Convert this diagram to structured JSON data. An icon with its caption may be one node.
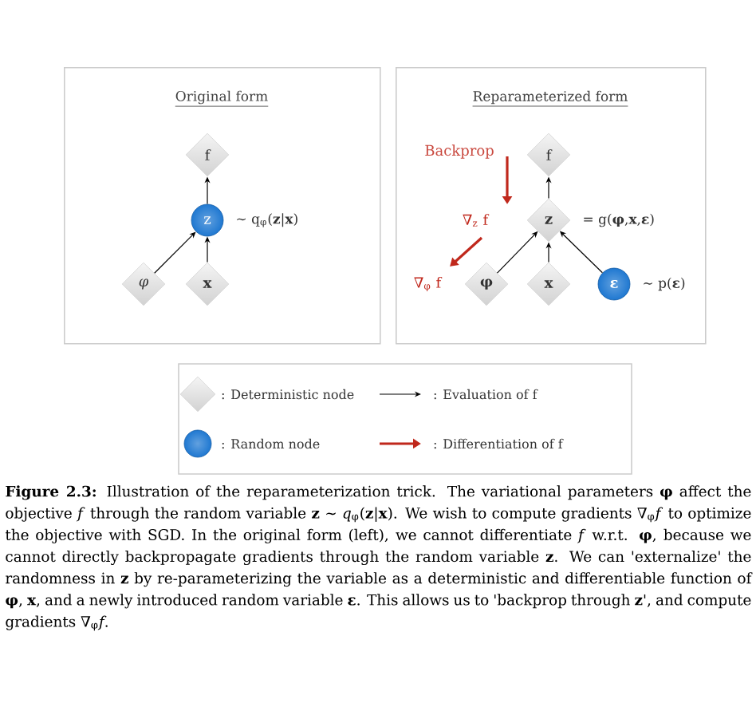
{
  "diagram": {
    "caption": "**Figure 2.3:** Illustration of the reparameterization trick. The variational parameters **φ** affect the objective *f* through the random variable **z** ∼ *q*$_{φ}$(**z**|**x**). We wish to compute gradients ∇$_{φ}$*f* to optimize the objective with SGD. In the original form (left), we cannot differentiate *f* w.r.t. **φ**, because we cannot directly backpropagate gradients through the random variable **z**. We can 'externalize' the randomness in **z** by re-parameterizing the variable as a deterministic and differentiable function of **φ**, **x**, and a newly introduced random variable **ε**. This allows us to 'backprop through **z**', and compute gradients ∇$_{φ}$*f*.",
    "nodes": [
      {
        "text": [
          "Original form"
        ]
      },
      {
        "text": [
          "Reparameterized form"
        ]
      },
      {
        "text": [
          "f"
        ],
        "in": 0
      },
      {
        "text": [
          "z"
        ],
        "in": 0,
        "beside": [
          "∼ q$_{φ}$(**z**|**x**)"
        ]
      },
      {
        "text": [
          "φ"
        ],
        "in": 0
      },
      {
        "text": [
          "x"
        ],
        "in": 0
      },
      {
        "text": [
          "f"
        ],
        "in": 1
      },
      {
        "text": [
          "z"
        ],
        "in": 1,
        "beside": [
          "= g(**φ**,**x**,**ε**)"
        ]
      },
      {
        "text": [
          "φ"
        ],
        "in": 1
      },
      {
        "text": [
          "x"
        ],
        "in": 1
      },
      {
        "text": [
          "ε"
        ],
        "in": 1,
        "beside": [
          "∼ p(**ε**)"
        ]
      }
    ],
    "edges": [
      {
        "from": 3,
        "to": 2,
        "arrow": "to"
      },
      {
        "from": 4,
        "to": 3,
        "arrow": "to"
      },
      {
        "from": 5,
        "to": 3,
        "arrow": "to"
      },
      {
        "from": 7,
        "to": 6,
        "arrow": "to"
      },
      {
        "from": 8,
        "to": 7,
        "arrow": "to"
      },
      {
        "from": 9,
        "to": 7,
        "arrow": "to"
      },
      {
        "from": 10,
        "to": 7,
        "arrow": "to"
      }
    ],
    "labels": [
      "Backprop",
      "∇$_{z}$ f",
      "∇$_{φ}$ f"
    ],
    "legend": [
      {
        "text": ": Deterministic node"
      },
      {
        "text": ": Random node"
      },
      {
        "text": ": Evaluation of f"
      },
      {
        "text": ": Differentiation of f"
      }
    ]
  }
}
